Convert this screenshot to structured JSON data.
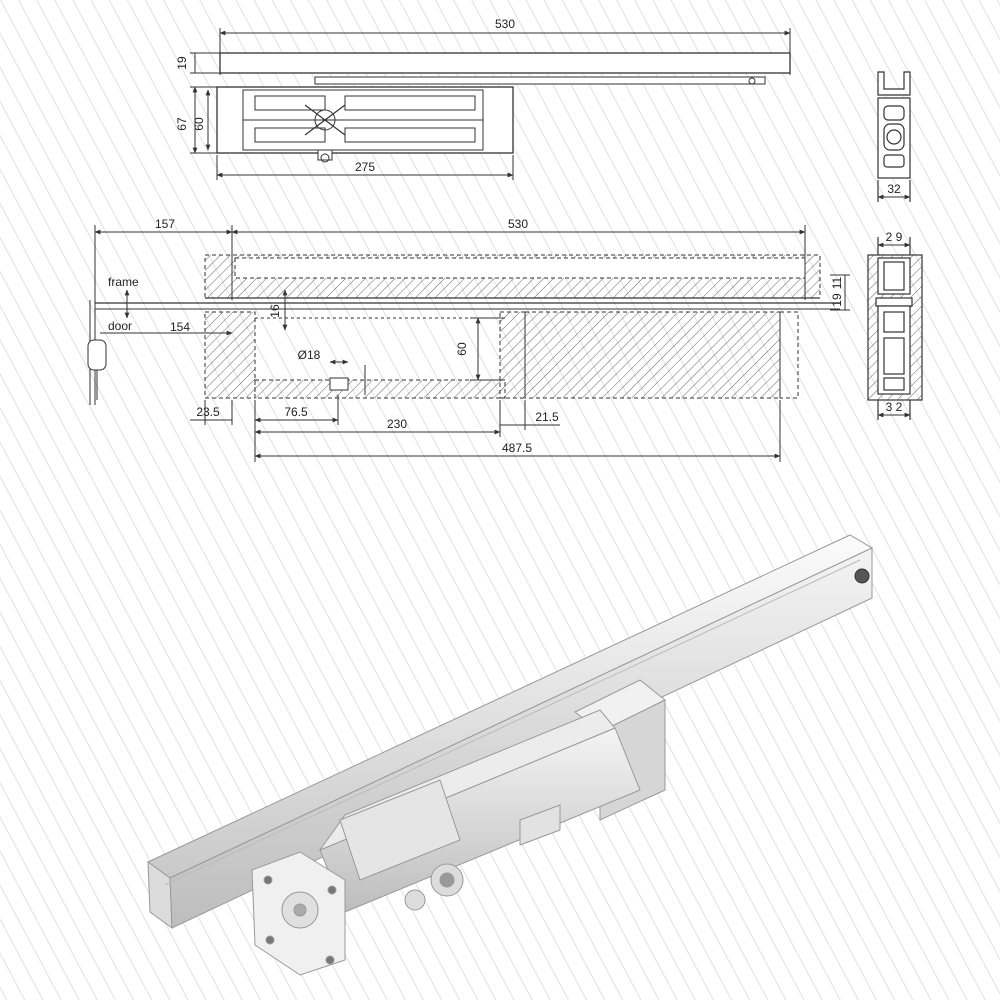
{
  "top_view": {
    "dim_length": "530",
    "dim_track_height": "19",
    "dim_body_height_outer": "67",
    "dim_body_height_inner": "60",
    "dim_body_length": "275"
  },
  "top_section": {
    "dim_width": "32"
  },
  "install_view": {
    "dim_offset": "157",
    "dim_length": "530",
    "label_frame": "frame",
    "label_door": "door",
    "dim_154": "154",
    "dim_16": "16",
    "dim_diameter": "Ø18",
    "dim_depth": "60",
    "dim_right_19": "19",
    "dim_right_11": "11",
    "dim_23_5": "23.5",
    "dim_76_5": "76.5",
    "dim_230": "230",
    "dim_21_5": "21.5",
    "dim_487_5": "487.5"
  },
  "install_section": {
    "dim_top": "2 9",
    "dim_bottom": "3 2"
  }
}
